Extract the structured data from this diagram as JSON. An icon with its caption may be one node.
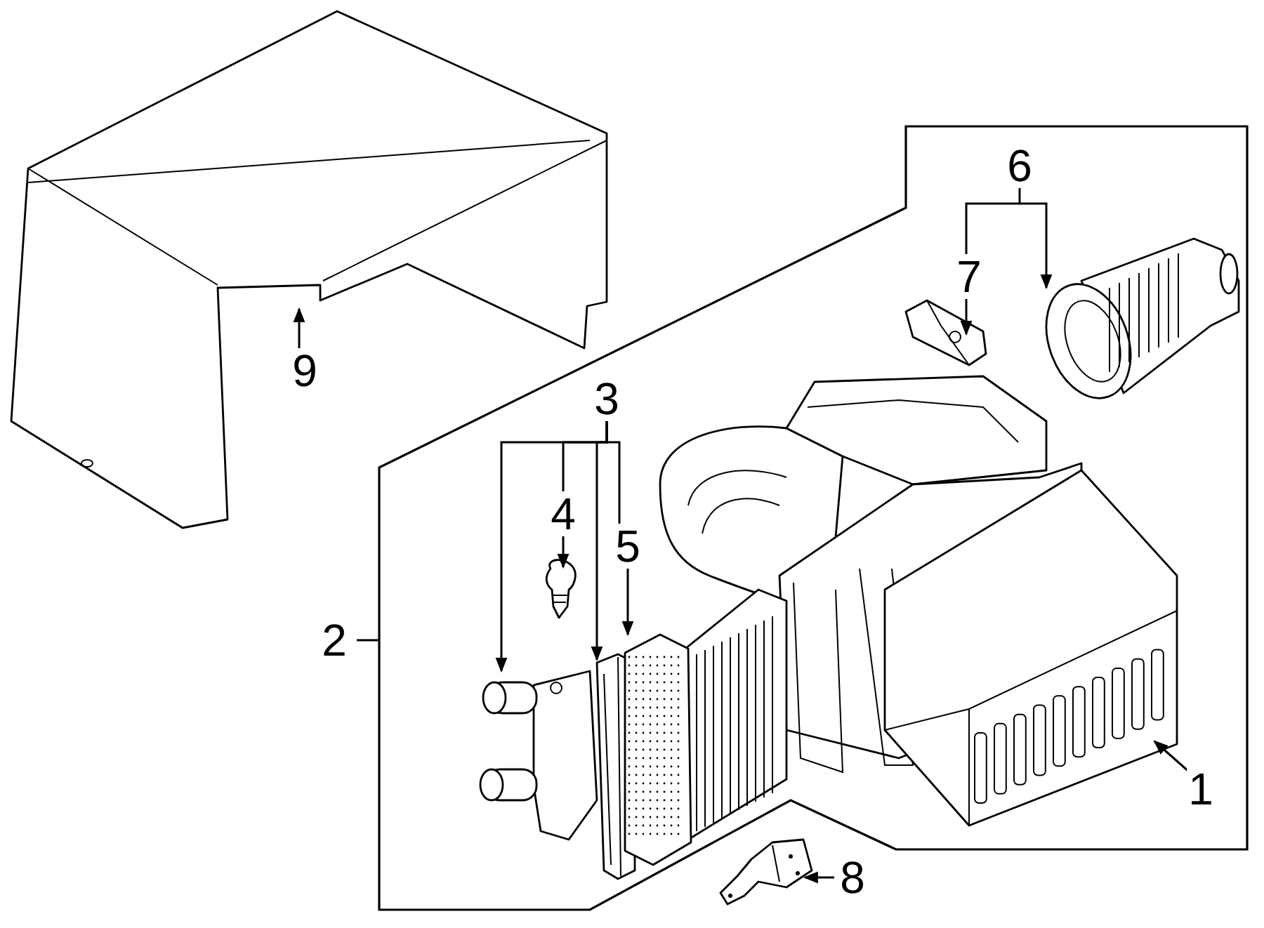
{
  "diagram": {
    "nodes": [
      {
        "text": [
          "1"
        ],
        "in": 3
      },
      {
        "text": [],
        "shape": "picture",
        "in": 3
      },
      {
        "text": [
          "2"
        ]
      },
      {
        "text": [],
        "shape": "box"
      },
      {
        "text": [
          "3"
        ],
        "in": 3
      },
      {
        "text": [],
        "shape": "picture",
        "in": 3
      },
      {
        "text": [],
        "shape": "picture",
        "in": 3
      },
      {
        "text": [
          "4"
        ],
        "in": 3
      },
      {
        "text": [],
        "shape": "picture",
        "in": 3
      },
      {
        "text": [
          "5"
        ],
        "in": 3
      },
      {
        "text": [],
        "shape": "picture",
        "in": 3
      },
      {
        "text": [
          "6"
        ],
        "in": 3
      },
      {
        "text": [],
        "shape": "picture",
        "in": 3
      },
      {
        "text": [
          "7"
        ],
        "in": 3
      },
      {
        "text": [],
        "shape": "picture",
        "in": 3
      },
      {
        "text": [
          "8"
        ]
      },
      {
        "text": [],
        "shape": "picture"
      },
      {
        "text": [
          "9"
        ]
      },
      {
        "text": [],
        "shape": "picture"
      }
    ],
    "edges": [
      {
        "from": 0,
        "to": 1,
        "arrow": "to"
      },
      {
        "from": 2,
        "to": 3,
        "arrow": "none"
      },
      {
        "from": 4,
        "to": 5,
        "arrow": "to"
      },
      {
        "from": 4,
        "to": 6,
        "arrow": "to"
      },
      {
        "from": 4,
        "to": 7,
        "arrow": "none"
      },
      {
        "from": 4,
        "to": 9,
        "arrow": "none"
      },
      {
        "from": 7,
        "to": 8,
        "arrow": "to"
      },
      {
        "from": 9,
        "to": 10,
        "arrow": "to"
      },
      {
        "from": 11,
        "to": 12,
        "arrow": "to"
      },
      {
        "from": 11,
        "to": 13,
        "arrow": "none"
      },
      {
        "from": 13,
        "to": 14,
        "arrow": "to"
      },
      {
        "from": 15,
        "to": 16,
        "arrow": "to"
      },
      {
        "from": 17,
        "to": 18,
        "arrow": "to"
      }
    ]
  }
}
